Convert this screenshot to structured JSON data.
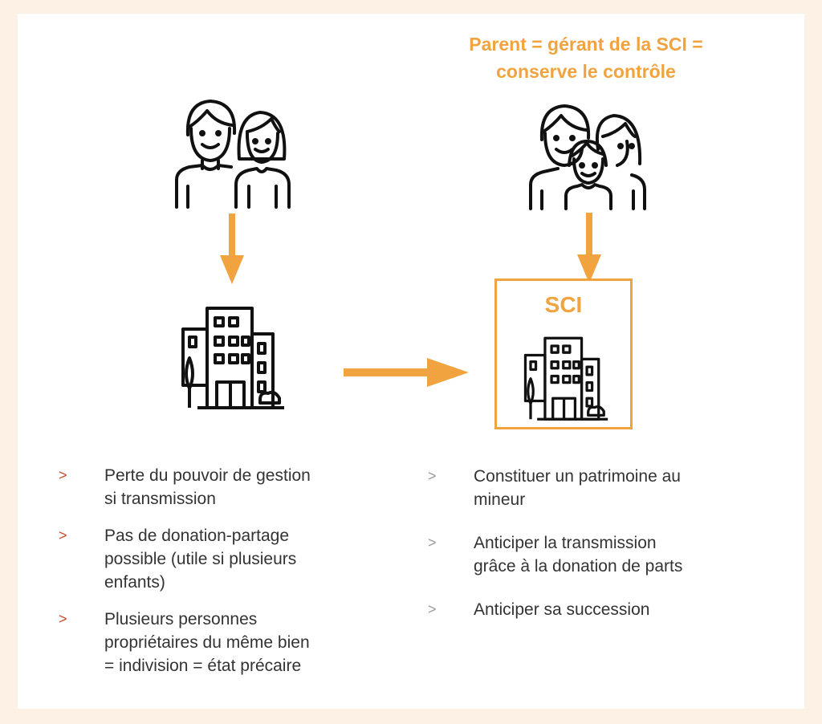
{
  "header": {
    "line1": "Parent = gérant de la SCI =",
    "line2": "conserve le contrôle"
  },
  "sci": {
    "label": "SCI"
  },
  "left_list": [
    {
      "bullet": ">",
      "text": "Perte du pouvoir de gestion\nsi transmission"
    },
    {
      "bullet": ">",
      "text": "Pas de donation-partage\npossible (utile si plusieurs\nenfants)"
    },
    {
      "bullet": ">",
      "text": "Plusieurs personnes\npropriétaires du même bien\n= indivision =  état précaire"
    }
  ],
  "right_list": [
    {
      "bullet": ">",
      "text": "Constituer un patrimoine au\nmineur"
    },
    {
      "bullet": ">",
      "text": "Anticiper la transmission\ngrâce à la donation de parts"
    },
    {
      "bullet": ">",
      "text": "Anticiper sa succession"
    }
  ],
  "colors": {
    "accent": "#f0a33e",
    "bullet_red": "#c94a2e",
    "bullet_grey": "#999999",
    "text": "#333333",
    "frame": "#fdf1e6"
  },
  "icons": [
    "couple-icon",
    "family-icon",
    "building-icon",
    "arrow-down-icon",
    "arrow-right-icon"
  ]
}
